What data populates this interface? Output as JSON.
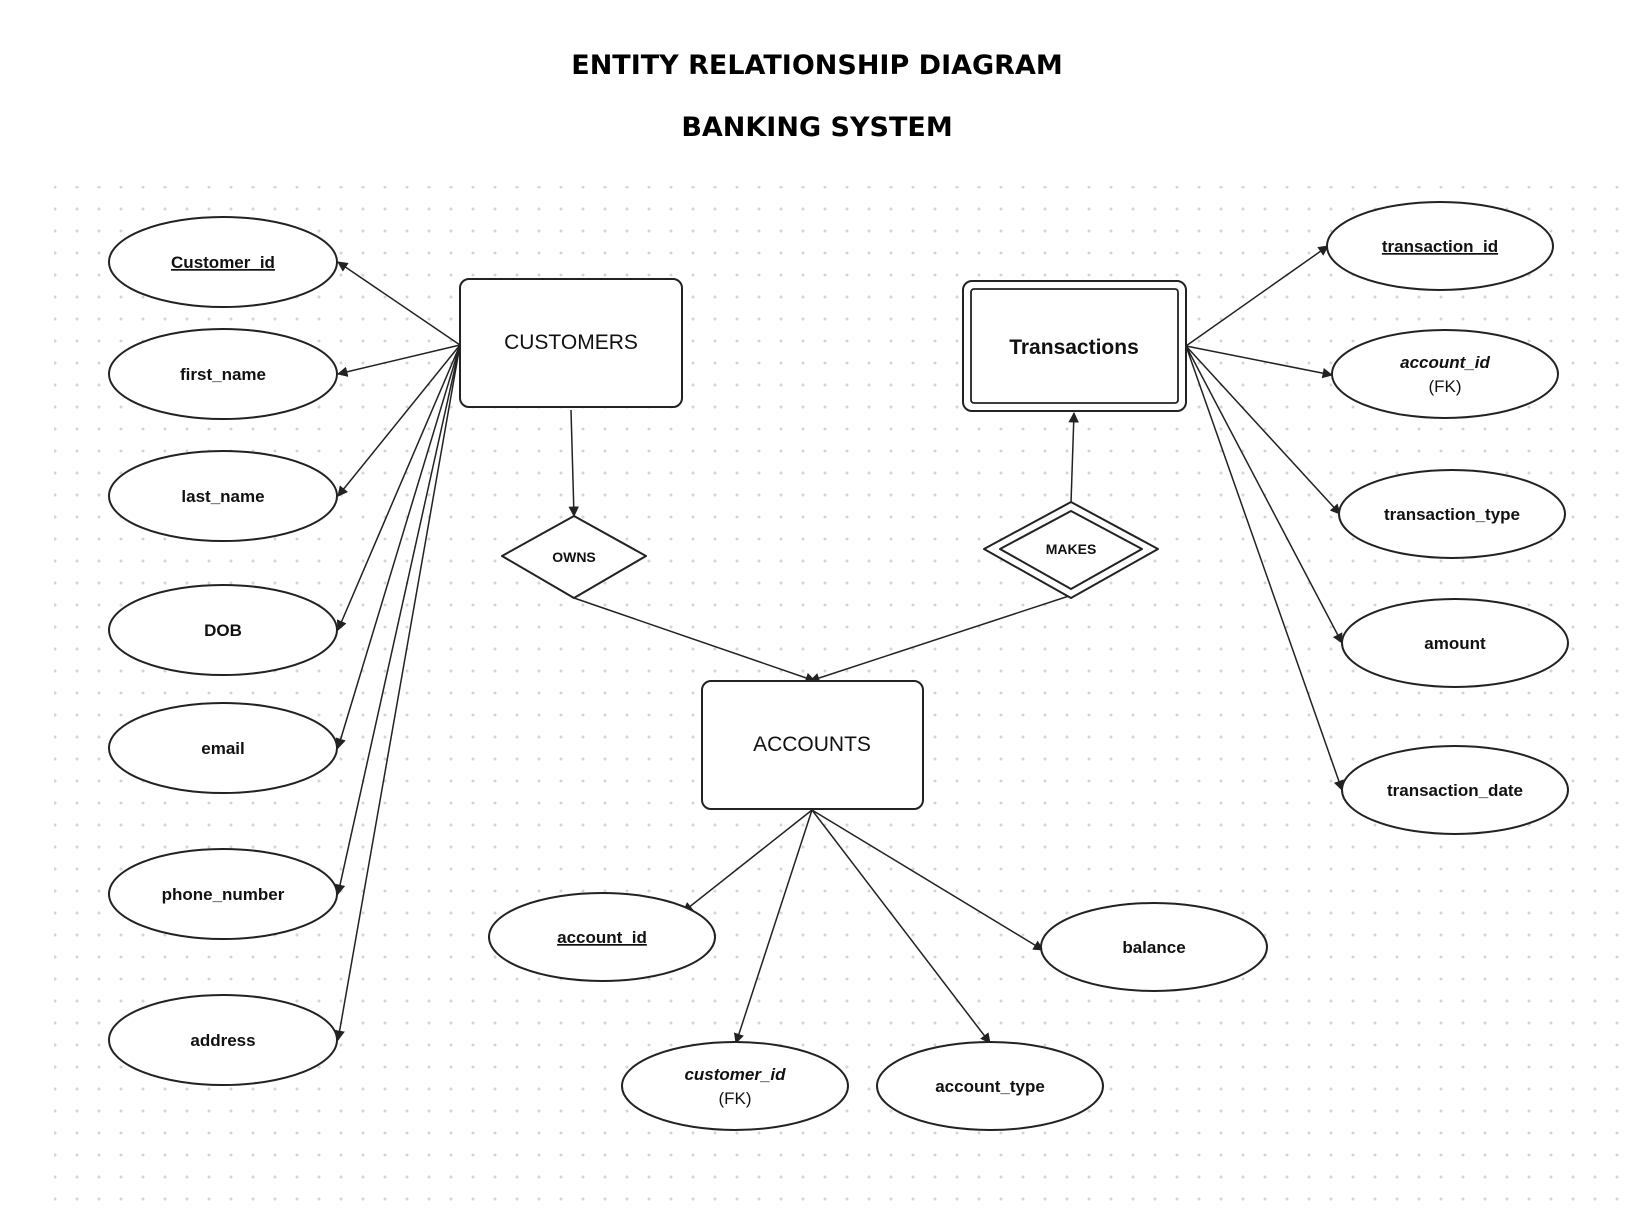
{
  "title": "ENTITY RELATIONSHIP DIAGRAM",
  "subtitle": "BANKING SYSTEM",
  "colors": {
    "line": "#222222",
    "dot": "#d4d4d4",
    "background": "#ffffff"
  },
  "entities": {
    "customers": "CUSTOMERS",
    "transactions": "Transactions",
    "accounts": "ACCOUNTS"
  },
  "relationships": {
    "owns": "OWNS",
    "makes": "MAKES"
  },
  "customer_attributes": {
    "customer_id": "Customer_id",
    "first_name": "first_name",
    "last_name": "last_name",
    "dob": "DOB",
    "email": "email",
    "phone_number": "phone_number",
    "address": "address"
  },
  "transaction_attributes": {
    "transaction_id": "transaction_id",
    "account_id": "account_id",
    "account_id_note": "(FK)",
    "transaction_type": "transaction_type",
    "amount": "amount",
    "transaction_date": "transaction_date"
  },
  "account_attributes": {
    "account_id": "account_id",
    "customer_id": "customer_id",
    "customer_id_note": "(FK)",
    "account_type": "account_type",
    "balance": "balance"
  }
}
